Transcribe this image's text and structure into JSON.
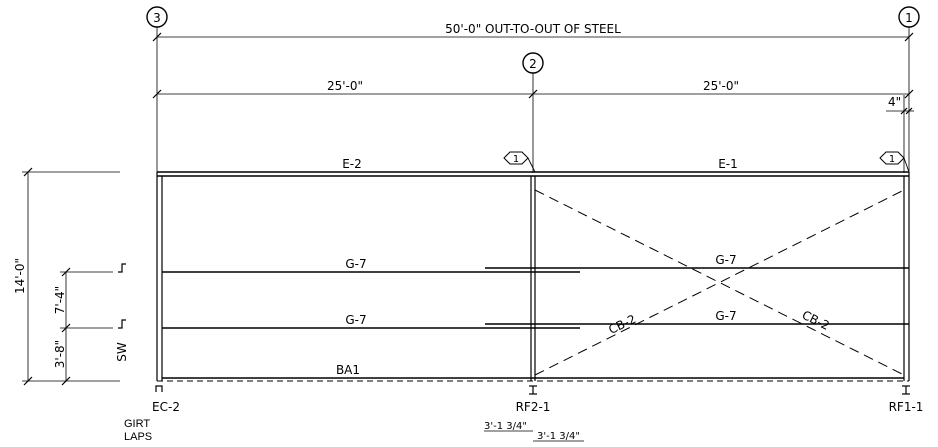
{
  "grid_bubbles": {
    "left": "3",
    "middle": "2",
    "right": "1"
  },
  "dimensions": {
    "overall": "50'-0\" OUT-TO-OUT OF STEEL",
    "bay_left": "25'-0\"",
    "bay_right": "25'-0\"",
    "offset_right": "4\"",
    "height_total": "14'-0\"",
    "girt_upper": "7'-4\"",
    "girt_lower": "3'-8\"",
    "lap_upper": "3'-1 3/4\"",
    "lap_lower": "3'-1 3/4\""
  },
  "members": {
    "eave_left": "E-2",
    "eave_right": "E-1",
    "girt_upper_left": "G-7",
    "girt_upper_right": "G-7",
    "girt_lower_left": "G-7",
    "girt_lower_right": "G-7",
    "brace_left": "CB-2",
    "brace_right": "CB-2",
    "base_angle": "BA1"
  },
  "columns": {
    "left": "EC-2",
    "middle": "RF2-1",
    "right": "RF1-1"
  },
  "tags": {
    "detail_left": "1",
    "detail_right": "1",
    "sidewall": "SW",
    "girt_label": "GIRT",
    "laps_label": "LAPS"
  }
}
